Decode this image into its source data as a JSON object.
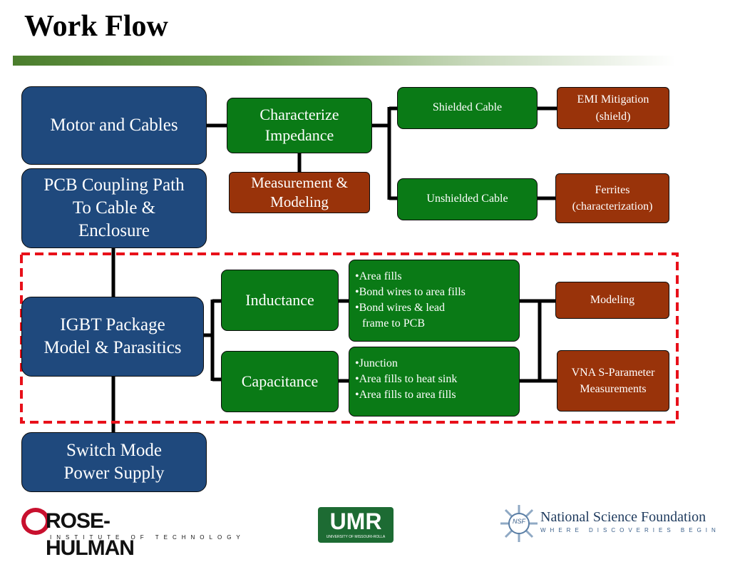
{
  "slide": {
    "title": "Work Flow"
  },
  "nodes": {
    "motor_cables": "Motor and Cables",
    "pcb_coupling": [
      "PCB Coupling Path",
      "To Cable &",
      "Enclosure"
    ],
    "igbt_package": [
      "IGBT Package",
      "Model & Parasitics"
    ],
    "switch_mode": [
      "Switch Mode",
      "Power Supply"
    ],
    "characterize_impedance": [
      "Characterize",
      "Impedance"
    ],
    "measurement_modeling": [
      "Measurement &",
      "Modeling"
    ],
    "shielded_cable": "Shielded Cable",
    "unshielded_cable": "Unshielded Cable",
    "emi_mitigation": [
      "EMI Mitigation",
      "(shield)"
    ],
    "ferrites": [
      "Ferrites",
      "(characterization)"
    ],
    "inductance": "Inductance",
    "capacitance": "Capacitance",
    "inductance_details": [
      "Area fills",
      "Bond wires to area fills",
      "Bond wires & lead",
      " frame to PCB"
    ],
    "capacitance_details": [
      "Junction",
      "Area fills to heat sink",
      "Area fills to area fills"
    ],
    "modeling": "Modeling",
    "vna": [
      "VNA S-Parameter",
      "Measurements"
    ]
  },
  "logos": {
    "rose_hulman": {
      "name": "ROSE-HULMAN",
      "subtitle": "INSTITUTE OF TECHNOLOGY"
    },
    "umr": {
      "name": "UMR",
      "subtitle": "UNIVERSITY OF MISSOURI-ROLLA"
    },
    "nsf": {
      "badge": "NSF",
      "name": "National Science Foundation",
      "tagline": "WHERE DISCOVERIES BEGIN"
    }
  },
  "colors": {
    "blue_box": "#1f497d",
    "green_box": "#0a7a16",
    "brown_box": "#99330a",
    "dashed_outline": "#e8101a",
    "title_bar": "#4a7d2c"
  }
}
